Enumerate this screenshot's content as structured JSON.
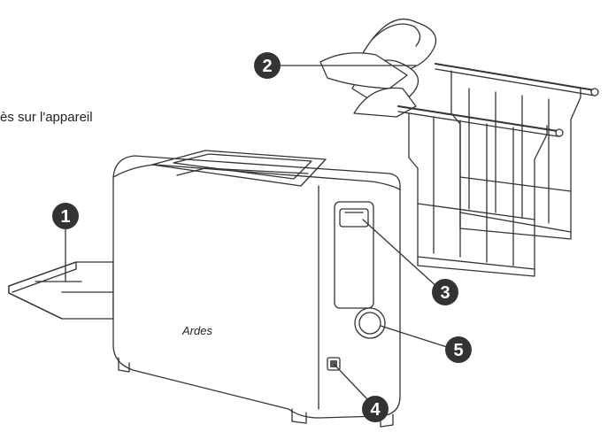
{
  "caption": "ès sur l'appareil",
  "brand_logo": "Ardes",
  "callouts": [
    {
      "number": "1"
    },
    {
      "number": "2"
    },
    {
      "number": "3"
    },
    {
      "number": "4"
    },
    {
      "number": "5"
    }
  ],
  "colors": {
    "line": "#333333",
    "badge_fill": "#333333",
    "badge_text": "#ffffff",
    "background": "#ffffff"
  }
}
